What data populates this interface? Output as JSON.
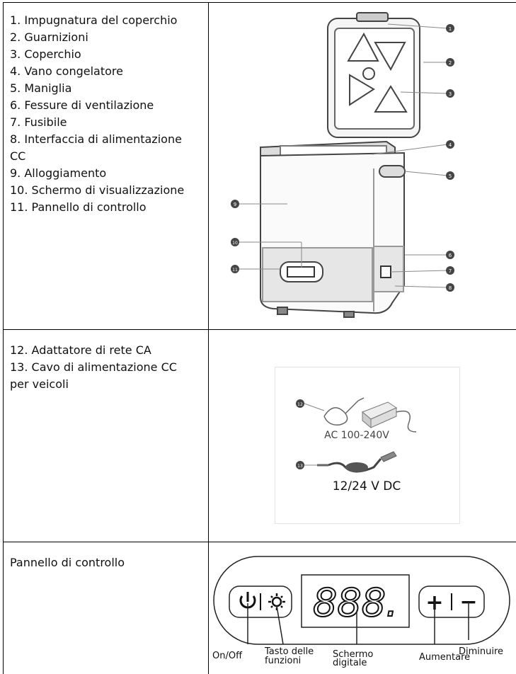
{
  "sections": [
    {
      "items": [
        "1. Impugnatura del coperchio",
        "2. Guarnizioni",
        "3. Coperchio",
        "4. Vano congelatore",
        "5. Maniglia",
        "6. Fessure di ventilazione",
        "7. Fusibile",
        "8. Interfaccia di alimentazione",
        "CC",
        "9. Alloggiamento",
        "10. Schermo di visualizzazione",
        "11. Pannello di controllo"
      ],
      "callouts": [
        "1",
        "2",
        "3",
        "4",
        "5",
        "6",
        "7",
        "8",
        "9",
        "10",
        "11"
      ]
    },
    {
      "items": [
        "12. Adattatore di rete CA",
        "13. Cavo di alimentazione CC",
        "per veicoli"
      ],
      "callouts": [
        "12",
        "13"
      ],
      "ac_label": "AC 100-240V",
      "dc_label": "12/24 V DC"
    },
    {
      "items": [
        "Pannello di controllo"
      ],
      "display": "888.",
      "plus": "+",
      "minus": "−",
      "labels": {
        "on_off": "On/Off",
        "function_1": "Tasto delle",
        "function_2": "funzioni",
        "screen_1": "Schermo",
        "screen_2": "digitale",
        "increase": "Aumentare",
        "decrease": "Diminuire"
      }
    }
  ]
}
